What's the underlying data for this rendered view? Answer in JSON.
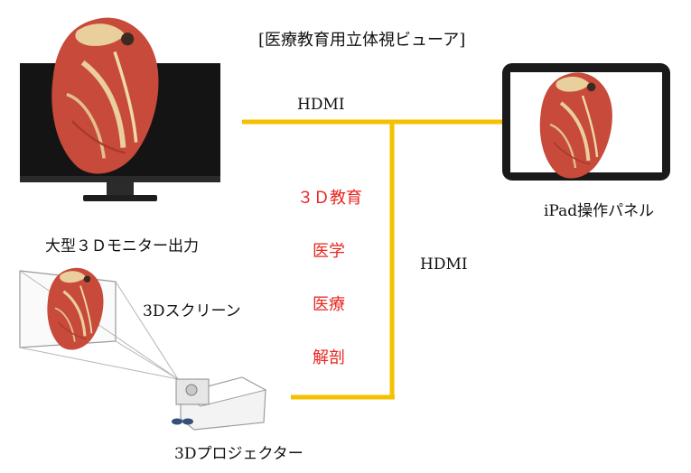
{
  "title": "[医療教育用立体視ビューア]",
  "connections": {
    "hdmi_top": "HDMI",
    "hdmi_side": "HDMI",
    "line_color": "#f5c000"
  },
  "devices": {
    "monitor": {
      "label": "大型３Ｄモニター出力"
    },
    "ipad": {
      "label": "iPad操作パネル"
    },
    "screen": {
      "label": "3Dスクリーン"
    },
    "projector": {
      "label": "3Dプロジェクター"
    }
  },
  "topics": [
    "３Ｄ教育",
    "医学",
    "医療",
    "解剖"
  ],
  "colors": {
    "topic_text": "#e8251f",
    "heart_main": "#c74a3a",
    "heart_fat": "#e9cf9b"
  }
}
